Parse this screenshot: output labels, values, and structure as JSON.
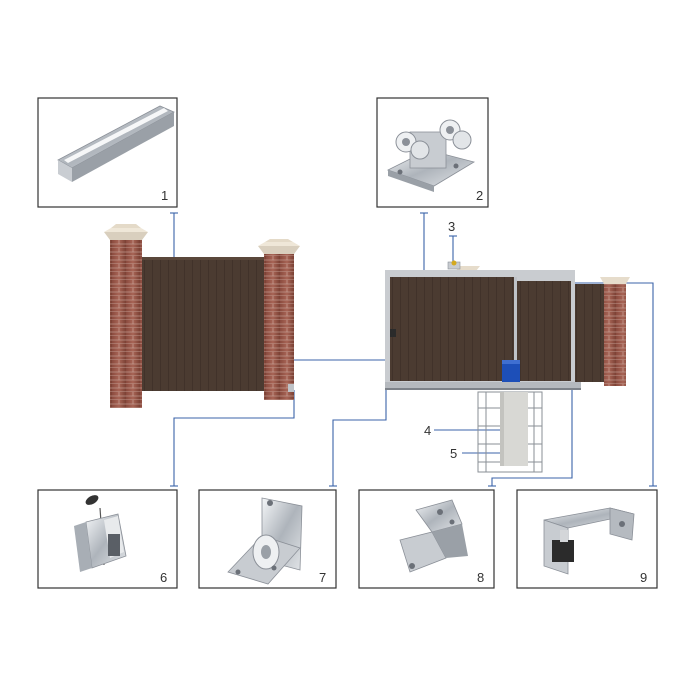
{
  "labels": {
    "part1": "1",
    "part2": "2",
    "part3": "3",
    "part4": "4",
    "part5": "5",
    "part6": "6",
    "part7": "7",
    "part8": "8",
    "part9": "9"
  },
  "colors": {
    "leader": "#3b63a8",
    "frame": "#333333",
    "brick": "#9b5a4d",
    "brick_dark": "#7d4337",
    "cap": "#e6dccb",
    "panel": "#4a3a30",
    "panel_line": "#3a2c24",
    "steel": "#c8ccd1",
    "steel_dark": "#8b9098",
    "motor": "#1d4fb8"
  }
}
